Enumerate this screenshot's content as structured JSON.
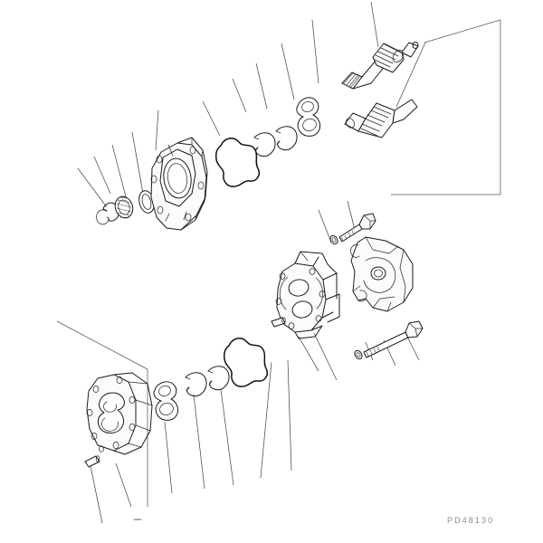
{
  "document": {
    "kind": "exploded-parts-diagram",
    "title": "",
    "part_number": "PD48130",
    "background_color": "#ffffff",
    "line_color": "#1a1a1a",
    "sheet_width": 600,
    "sheet_height": 600
  },
  "groups": [
    {
      "id": "upper-assembly",
      "label": ""
    },
    {
      "id": "center-assembly",
      "label": ""
    },
    {
      "id": "lower-assembly",
      "label": ""
    }
  ],
  "parts": [
    {
      "id": "front-cover",
      "name": "front cover housing"
    },
    {
      "id": "cover-gasket",
      "name": "cover gasket"
    },
    {
      "id": "snap-ring-upper-1",
      "name": "snap ring"
    },
    {
      "id": "snap-ring-upper-2",
      "name": "snap ring"
    },
    {
      "id": "wear-plate-upper",
      "name": "figure-eight wear plate"
    },
    {
      "id": "drive-shaft",
      "name": "drive shaft with gear"
    },
    {
      "id": "driven-gear",
      "name": "driven gear shaft"
    },
    {
      "id": "oil-seal",
      "name": "oil seal"
    },
    {
      "id": "o-ring",
      "name": "o-ring"
    },
    {
      "id": "retaining-ring-small",
      "name": "retaining ring"
    },
    {
      "id": "pump-body",
      "name": "pump body"
    },
    {
      "id": "mounting-bracket",
      "name": "mounting bracket"
    },
    {
      "id": "bolt-upper",
      "name": "hex head bolt"
    },
    {
      "id": "washer-upper",
      "name": "washer"
    },
    {
      "id": "bolt-lower",
      "name": "hex head bolt"
    },
    {
      "id": "washer-lower",
      "name": "washer"
    },
    {
      "id": "rear-cover",
      "name": "rear cover plate"
    },
    {
      "id": "dowel-pin-rear",
      "name": "dowel pin"
    },
    {
      "id": "dowel-pin-body",
      "name": "dowel pin"
    },
    {
      "id": "wear-plate-lower",
      "name": "figure-eight wear plate"
    },
    {
      "id": "snap-ring-lower-1",
      "name": "snap ring"
    },
    {
      "id": "snap-ring-lower-2",
      "name": "snap ring"
    },
    {
      "id": "lower-gasket",
      "name": "body gasket"
    }
  ]
}
